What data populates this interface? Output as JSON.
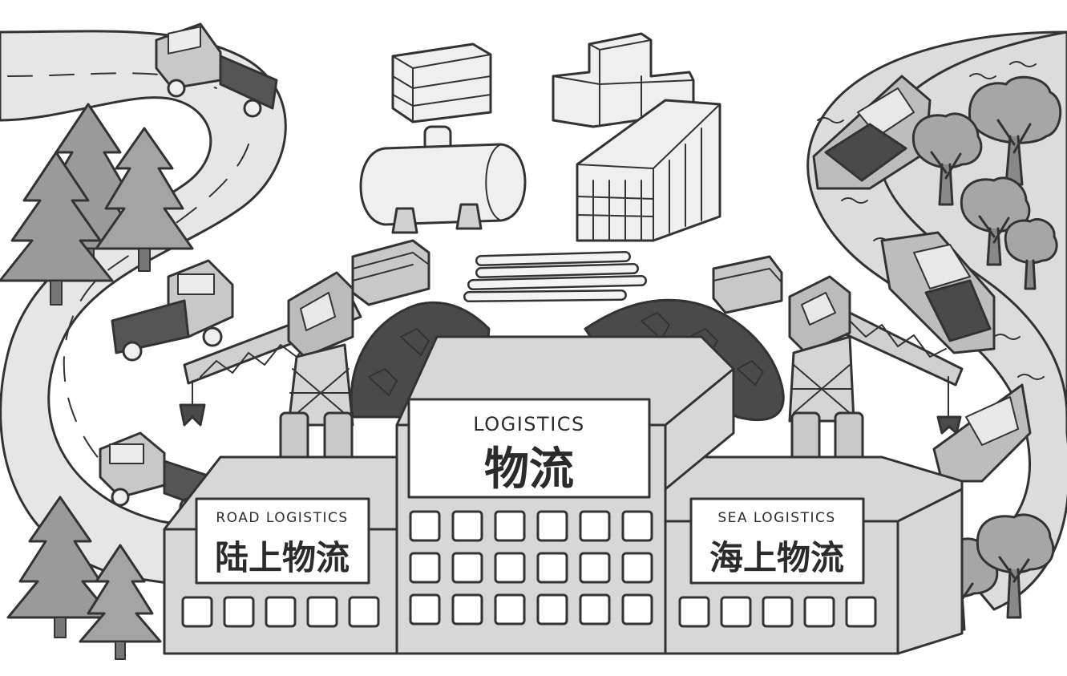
{
  "signs": {
    "center": {
      "en": "LOGISTICS",
      "zh": "物流"
    },
    "road": {
      "en": "ROAD LOGISTICS",
      "zh": "陆上物流"
    },
    "sea": {
      "en": "SEA LOGISTICS",
      "zh": "海上物流"
    }
  },
  "palette": {
    "ink": "#333333",
    "building": "#d7d7d7",
    "building_shadow": "#bdbdbd",
    "road": "#e6e6e6",
    "river": "#dcdcdc",
    "tree": "#9a9a9a",
    "coal": "#4a4a4a",
    "sign_bg": "#ffffff"
  },
  "icons": [
    "pine-tree-icon",
    "truck-icon",
    "ship-icon",
    "crane-icon",
    "container-icon",
    "tank-icon",
    "pipes-icon",
    "crate-icon",
    "oak-tree-icon"
  ]
}
